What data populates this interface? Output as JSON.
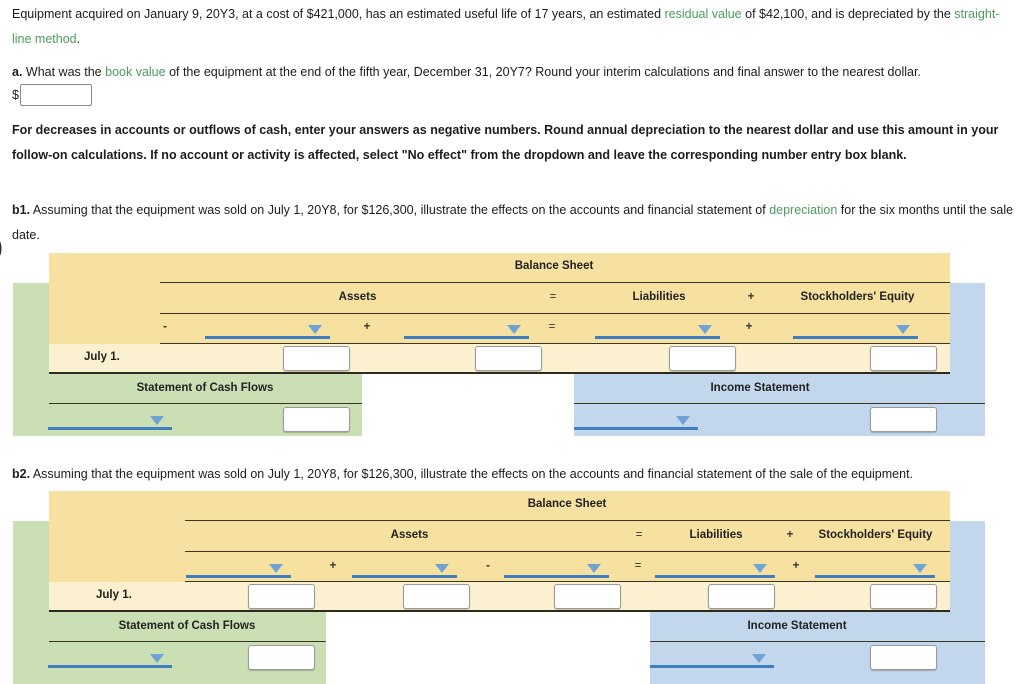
{
  "problem": {
    "intro_part1": "Equipment acquired on January 9, 20Y3, at a cost of $421,000, has an estimated useful life of 17 years, an estimated ",
    "intro_link1": "residual value",
    "intro_part2": " of $42,100, and is depreciated by the ",
    "intro_link2": "straight-line method",
    "intro_part3": "."
  },
  "question_a": {
    "marker": "a.",
    "text_part1": " What was the ",
    "link": "book value",
    "text_part2": " of the equipment at the end of the fifth year, December 31, 20Y7? Round your interim calculations and final answer to the nearest dollar.",
    "currency_symbol": "$",
    "answer_value": ""
  },
  "instructions": {
    "text": "For decreases in accounts or outflows of cash, enter your answers as negative numbers. Round annual depreciation to the nearest dollar and use this amount in your follow-on calculations. If no account or activity is affected, select \"No effect\" from the dropdown and leave the corresponding number entry box blank."
  },
  "question_b1": {
    "marker": "b1.",
    "text_part1": " Assuming that the equipment was sold on July 1, 20Y8, for $126,300, illustrate the effects on the accounts and financial statement of ",
    "link": "depreciation",
    "text_part2": " for the six months until the sale date."
  },
  "question_b2": {
    "marker": "b2.",
    "text_part1": " Assuming that the equipment was sold on July 1, 20Y8, for $126,300, illustrate the effects on the accounts and financial statement of the sale of the equipment.",
    "link": "",
    "text_part2": ""
  },
  "table1": {
    "balance_sheet_title": "Balance Sheet",
    "headers": {
      "assets": "Assets",
      "eq_sign": "=",
      "liabilities": "Liabilities",
      "plus_sign": "+",
      "stockholders_equity": "Stockholders' Equity"
    },
    "operators": [
      "-",
      "+",
      "=",
      "+"
    ],
    "dropdowns": [
      {
        "name": "asset-account-1",
        "value": ""
      },
      {
        "name": "asset-account-2",
        "value": ""
      },
      {
        "name": "liability-account",
        "value": ""
      },
      {
        "name": "equity-account",
        "value": ""
      }
    ],
    "row_label": "July 1.",
    "entry_boxes": [
      "",
      "",
      "",
      ""
    ],
    "cash_flows_title": "Statement of Cash Flows",
    "income_statement_title": "Income Statement",
    "cash_flow_dropdown": "",
    "cash_flow_value": "",
    "income_dropdown": "",
    "income_value": ""
  },
  "table2": {
    "balance_sheet_title": "Balance Sheet",
    "headers": {
      "assets": "Assets",
      "eq_sign": "=",
      "liabilities": "Liabilities",
      "plus_sign": "+",
      "stockholders_equity": "Stockholders' Equity"
    },
    "operators": [
      "+",
      "-",
      "=",
      "+"
    ],
    "dropdowns": [
      {
        "name": "asset-account-1",
        "value": ""
      },
      {
        "name": "asset-account-2",
        "value": ""
      },
      {
        "name": "asset-account-3",
        "value": ""
      },
      {
        "name": "liability-account",
        "value": ""
      },
      {
        "name": "equity-account",
        "value": ""
      }
    ],
    "row_label": "July 1.",
    "entry_boxes": [
      "",
      "",
      "",
      "",
      ""
    ],
    "cash_flows_title": "Statement of Cash Flows",
    "income_statement_title": "Income Statement",
    "cash_flow_dropdown": "",
    "cash_flow_value": "",
    "income_dropdown": "",
    "income_value": ""
  },
  "colors": {
    "balance_sheet_bg": "#F7E1A0",
    "row_bg": "#FBF0CF",
    "cash_flows_bg": "#CBDFB4",
    "income_statement_bg": "#C2D6EC",
    "link_green": "#4E9A5F",
    "dropdown_blue": "#3F7FBF",
    "caret_blue": "#6FA3D4"
  }
}
